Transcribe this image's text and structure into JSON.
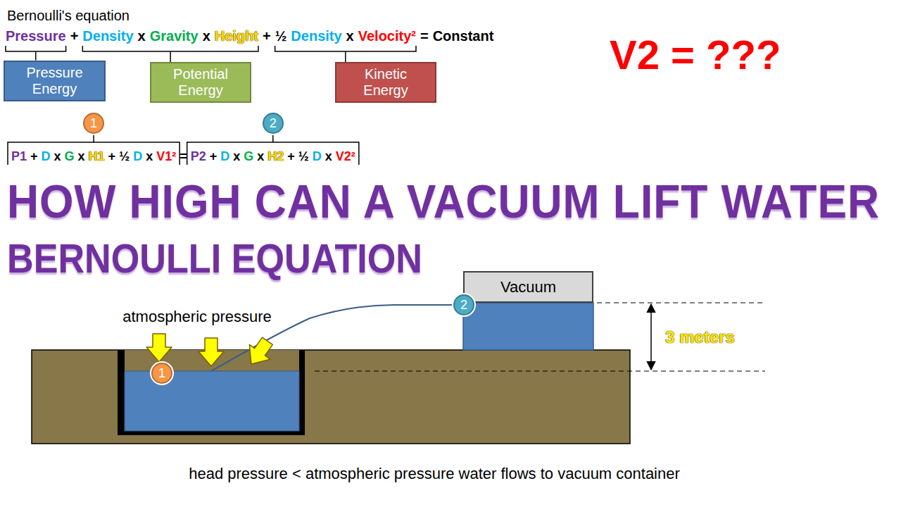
{
  "diagram": {
    "title": "HOW HIGH CAN A VACUUM LIFT WATER",
    "caption": "head pressure < atmospheric pressure water flows to vacuum container",
    "nodes": [
      {
        "text": [
          "Pressure Energy"
        ]
      },
      {
        "text": [
          "Potential Energy"
        ]
      },
      {
        "text": [
          "Kinetic Energy"
        ]
      },
      {
        "text": [
          "1"
        ]
      },
      {
        "text": [
          "2"
        ]
      },
      {
        "text": [
          "Vacuum"
        ]
      },
      {
        "text": [
          "1"
        ]
      },
      {
        "text": [
          "2"
        ]
      }
    ],
    "labels": [
      "Bernoulli's equation",
      "Pressure",
      "+",
      "Density",
      "x",
      "Gravity",
      "x",
      "Height",
      "+",
      "½",
      "Density",
      "x",
      "Velocity²",
      "=",
      "Constant",
      "V2 = ???",
      "P1",
      "+",
      "D",
      "x",
      "G",
      "x",
      "H1",
      "+",
      "½",
      "D",
      "x",
      "V1²",
      "=",
      "P2",
      "+",
      "D",
      "x",
      "G",
      "x",
      "H2",
      "+",
      "½",
      "D",
      "x",
      "V2²",
      "BERNOULLI EQUATION",
      "atmospheric pressure",
      "3 meters"
    ]
  }
}
